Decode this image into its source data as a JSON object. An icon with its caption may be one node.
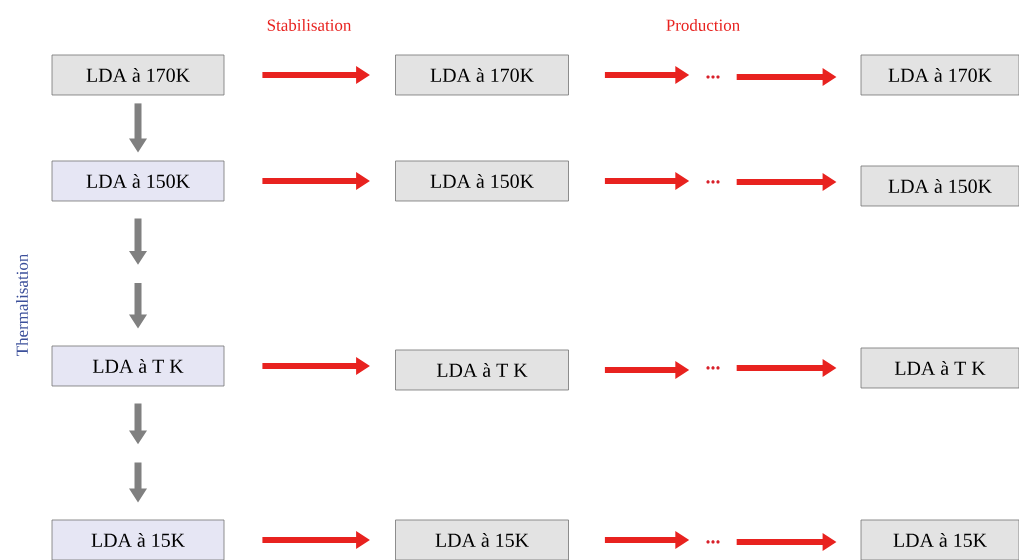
{
  "diagram": {
    "nodes": [
      {
        "text": [
          "LDA à 170K"
        ]
      },
      {
        "text": [
          "LDA à 170K"
        ]
      },
      {
        "text": [
          "..."
        ]
      },
      {
        "text": [
          "LDA à 170K"
        ]
      },
      {
        "text": [
          "LDA à 150K"
        ]
      },
      {
        "text": [
          "LDA à 150K"
        ]
      },
      {
        "text": [
          "..."
        ]
      },
      {
        "text": [
          "LDA à 150K"
        ]
      },
      {
        "text": [
          "LDA à T K"
        ]
      },
      {
        "text": [
          "LDA à T K"
        ]
      },
      {
        "text": [
          "..."
        ]
      },
      {
        "text": [
          "LDA à T K"
        ]
      },
      {
        "text": [
          "LDA à 15K"
        ]
      },
      {
        "text": [
          "LDA à 15K"
        ]
      },
      {
        "text": [
          "..."
        ]
      },
      {
        "text": [
          "LDA à 15K"
        ]
      }
    ],
    "edges": [
      {
        "from": 0,
        "to": 1,
        "arrow": "to"
      },
      {
        "from": 1,
        "to": 2,
        "arrow": "to"
      },
      {
        "from": 2,
        "to": 3,
        "arrow": "to"
      },
      {
        "from": 4,
        "to": 5,
        "arrow": "to"
      },
      {
        "from": 5,
        "to": 6,
        "arrow": "to"
      },
      {
        "from": 6,
        "to": 7,
        "arrow": "to"
      },
      {
        "from": 8,
        "to": 9,
        "arrow": "to"
      },
      {
        "from": 9,
        "to": 10,
        "arrow": "to"
      },
      {
        "from": 10,
        "to": 11,
        "arrow": "to"
      },
      {
        "from": 12,
        "to": 13,
        "arrow": "to"
      },
      {
        "from": 13,
        "to": 14,
        "arrow": "to"
      },
      {
        "from": 14,
        "to": 15,
        "arrow": "to"
      },
      {
        "from": 0,
        "to": 4,
        "arrow": "to",
        "color": "#808080"
      },
      {
        "from": 4,
        "to": 8,
        "arrow": "to",
        "style": "dashed",
        "color": "#808080"
      },
      {
        "from": 8,
        "to": 12,
        "arrow": "to",
        "style": "dashed",
        "color": "#808080"
      }
    ],
    "labels": [
      "Stabilisation",
      "Production",
      "Thermalisation"
    ]
  }
}
